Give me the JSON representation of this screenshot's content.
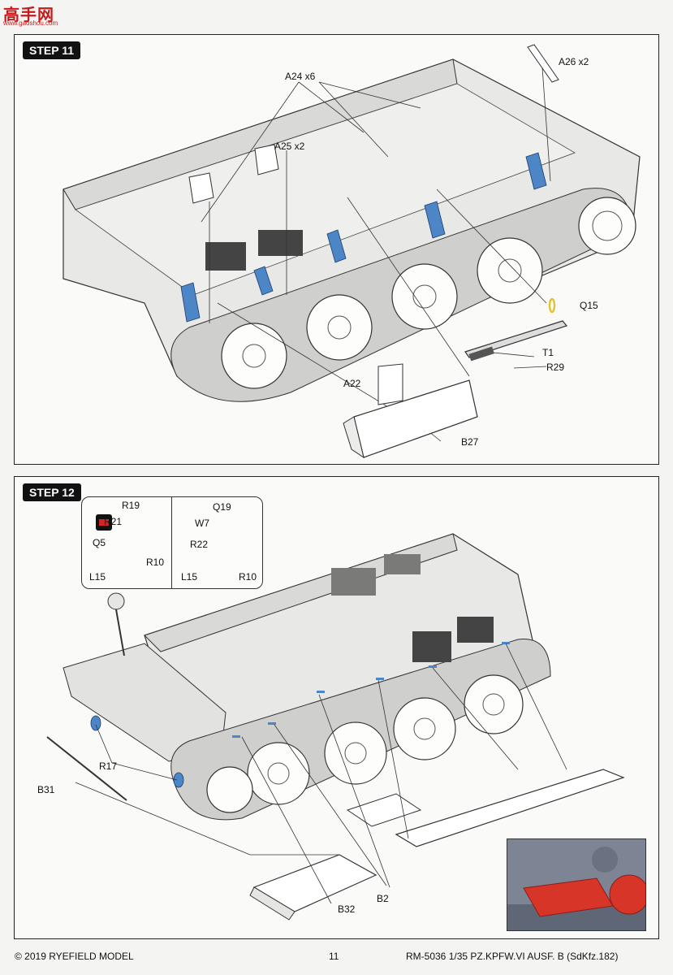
{
  "watermark": {
    "main": "高手网",
    "url": "www.gaoshou.com"
  },
  "steps": [
    {
      "badge": "STEP 11",
      "labels": {
        "a24": "A24 x6",
        "a25": "A25 x2",
        "a26": "A26 x2",
        "q15": "Q15",
        "t1": "T1",
        "r29": "R29",
        "a22": "A22",
        "b27": "B27"
      }
    },
    {
      "badge": "STEP 12",
      "labels": {
        "r19": "R19",
        "r21": "R21",
        "q5": "Q5",
        "r10a": "R10",
        "l15a": "L15",
        "q19": "Q19",
        "w7": "W7",
        "r22": "R22",
        "l15b": "L15",
        "r10b": "R10",
        "r17": "R17",
        "b31": "B31",
        "b32": "B32",
        "b2": "B2"
      }
    }
  ],
  "footer": {
    "copyright": "© 2019 RYEFIELD MODEL",
    "page": "11",
    "product": "RM-5036 1/35  PZ.KPFW.VI AUSF. B (SdKfz.182)"
  },
  "colors": {
    "highlight_blue": "#4d86c6",
    "highlight_yellow": "#e2c536",
    "photo_red": "#d73528"
  }
}
